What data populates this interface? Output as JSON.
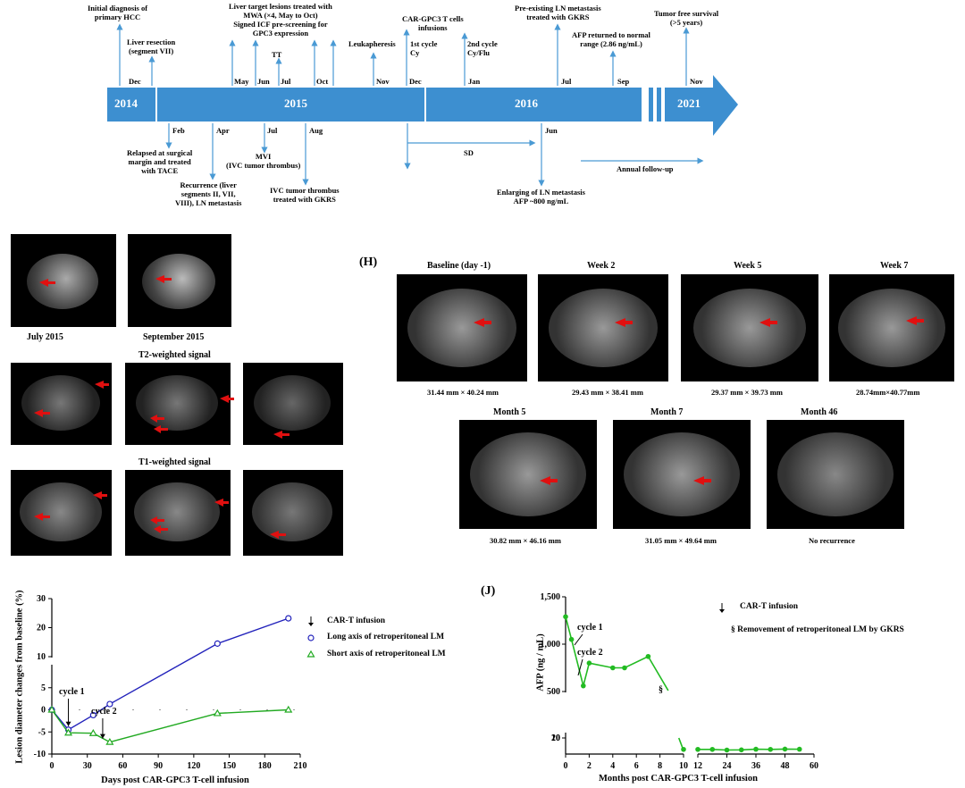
{
  "timeline": {
    "years": [
      "2014",
      "2015",
      "2016",
      "2021"
    ],
    "above": [
      {
        "id": "initial",
        "text": [
          "Initial diagnosis of",
          "primary HCC"
        ],
        "month": "Dec"
      },
      {
        "id": "resection",
        "text": [
          "Liver resection",
          "(segment VII)"
        ],
        "month": ""
      },
      {
        "id": "mwa",
        "text": [
          "Liver target lesions treated with",
          "MWA (×4, May to Oct)",
          "Signed ICF pre-screening for",
          "GPC3 expression"
        ],
        "month": ""
      },
      {
        "id": "tt",
        "text": [
          "TT"
        ],
        "month": "Jul"
      },
      {
        "id": "leuka",
        "text": [
          "Leukapheresis"
        ],
        "month": "Nov"
      },
      {
        "id": "car",
        "text": [
          "CAR-GPC3 T cells",
          "infusions"
        ],
        "month": ""
      },
      {
        "id": "cycle1",
        "text": [
          "1st cycle",
          "Cy"
        ],
        "month": "Dec"
      },
      {
        "id": "cycle2",
        "text": [
          "2nd cycle",
          "Cy/Flu"
        ],
        "month": "Jan"
      },
      {
        "id": "preexisting",
        "text": [
          "Pre-existing LN metastasis",
          "treated with GKRS"
        ],
        "month": "Jul"
      },
      {
        "id": "afp",
        "text": [
          "AFP returned to  normal",
          "range (2.86 ng/mL)"
        ],
        "month": "Sep"
      },
      {
        "id": "tumorfree",
        "text": [
          "Tumor  free survival",
          "(>5 years)"
        ],
        "month": "Nov"
      }
    ],
    "may_month": "May",
    "jun_month": "Jun",
    "oct_month": "Oct",
    "below": [
      {
        "id": "relapse",
        "month": "Feb",
        "text": [
          "Relapsed at surgical",
          "margin and treated",
          "with TACE"
        ]
      },
      {
        "id": "recurrence",
        "month": "Apr",
        "text": [
          "Recurrence (liver",
          "segments II, VII,",
          "VIII), LN metastasis"
        ]
      },
      {
        "id": "mvi",
        "month": "Jul",
        "text": [
          "MVI",
          "(IVC tumor thrombus)"
        ]
      },
      {
        "id": "ivc",
        "month": "Aug",
        "text": [
          "IVC tumor thrombus",
          "treated with GKRS"
        ]
      },
      {
        "id": "enlarging",
        "month": "Jun",
        "text": [
          "Enlarging of LN metastasis",
          "AFP ~800 ng/mL"
        ]
      }
    ],
    "sd_label": "SD",
    "followup_label": "Annual follow-up"
  },
  "left_images": {
    "top_captions": [
      "July 2015",
      "September 2015"
    ],
    "t2_title": "T2-weighted signal",
    "t1_title": "T1-weighted signal"
  },
  "panel_h": {
    "letter": "(H)",
    "row1": [
      {
        "title": "Baseline (day -1)",
        "caption": "31.44 mm × 40.24 mm"
      },
      {
        "title": "Week 2",
        "caption": "29.43 mm × 38.41 mm"
      },
      {
        "title": "Week 5",
        "caption": "29.37 mm × 39.73 mm"
      },
      {
        "title": "Week 7",
        "caption": "28.74mm×40.77mm"
      }
    ],
    "row2": [
      {
        "title": "Month 5",
        "caption": "30.82 mm × 46.16 mm"
      },
      {
        "title": "Month 7",
        "caption": "31.05 mm × 49.64 mm"
      },
      {
        "title": "Month 46",
        "caption": "No recurrence"
      }
    ]
  },
  "chart_data": [
    {
      "type": "line",
      "xlabel": "Days post CAR-GPC3 T-cell infusion",
      "ylabel": "Lesion diameter changes from baseline (%)",
      "xticks": [
        0,
        30,
        60,
        90,
        120,
        150,
        180,
        210
      ],
      "yticks": [
        -10,
        -5,
        0,
        5,
        10,
        20,
        30
      ],
      "xlim": [
        0,
        210
      ],
      "ylim": [
        -10,
        30
      ],
      "series": [
        {
          "name": "Long axis of retroperitoneal LM",
          "marker": "circle",
          "color": "#2222bb",
          "x": [
            0,
            14,
            35,
            49,
            140,
            200
          ],
          "y": [
            0,
            -4.5,
            -1.2,
            1.3,
            14.5,
            23.2
          ]
        },
        {
          "name": "Short axis of retroperitoneal LM",
          "marker": "triangle",
          "color": "#22aa22",
          "x": [
            0,
            14,
            35,
            49,
            140,
            200
          ],
          "y": [
            0,
            -5.2,
            -5.3,
            -7.3,
            -0.8,
            0
          ]
        }
      ],
      "annotations": [
        {
          "text": "cycle 1",
          "x": 14
        },
        {
          "text": "cycle 2",
          "x": 43
        }
      ],
      "legend": [
        "CAR-T infusion",
        "Long axis of retroperitoneal LM",
        "Short axis of retroperitoneal LM"
      ]
    },
    {
      "type": "line",
      "letter": "(J)",
      "xlabel": "Months post CAR-GPC3 T-cell infusion",
      "ylabel": "AFP (ng / mL)",
      "xticks": [
        0,
        2,
        4,
        6,
        8,
        10,
        12,
        24,
        36,
        48,
        60
      ],
      "yticks": [
        "10",
        "20",
        "500",
        "1,000",
        "1,500"
      ],
      "series": [
        {
          "name": "AFP",
          "color": "#22bb22",
          "x": [
            0,
            0.5,
            1.5,
            2,
            4,
            5,
            7,
            8.7,
            10,
            12,
            18,
            24,
            30,
            36,
            42,
            48,
            54
          ],
          "y": [
            1290,
            1050,
            560,
            800,
            750,
            750,
            870,
            510,
            2.9,
            2.9,
            2.9,
            2.5,
            2.6,
            3,
            2.9,
            3.1,
            3
          ]
        }
      ],
      "annotations": [
        {
          "text": "cycle 1"
        },
        {
          "text": "cycle 2"
        },
        {
          "text": "§"
        }
      ],
      "legend": [
        "CAR-T infusion",
        "§   Removement  of  retroperitoneal LM by GKRS"
      ]
    }
  ]
}
